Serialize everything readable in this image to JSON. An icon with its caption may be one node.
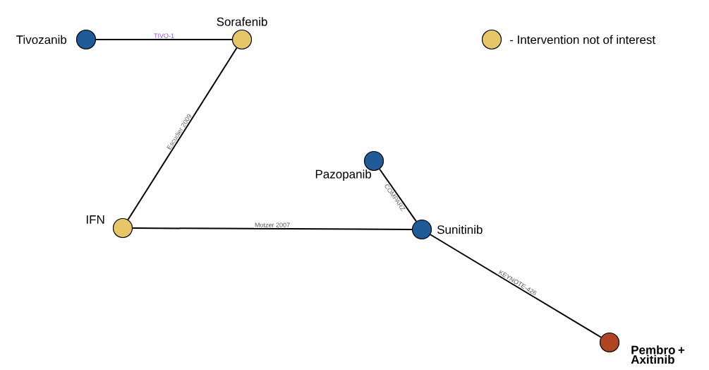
{
  "diagram": {
    "nodes": [
      {
        "text": [],
        "shape": "circle",
        "beside": [
          "Tivozanib"
        ]
      },
      {
        "text": [],
        "shape": "circle",
        "beside": [
          "Sorafenib"
        ]
      },
      {
        "text": [],
        "shape": "circle",
        "beside": [
          "IFN"
        ]
      },
      {
        "text": [],
        "shape": "circle",
        "beside": [
          "Pazopanib"
        ]
      },
      {
        "text": [],
        "shape": "circle",
        "beside": [
          "Sunitinib"
        ]
      },
      {
        "text": [],
        "shape": "circle",
        "beside": [
          "Pembro + Axitinib"
        ]
      }
    ],
    "edges": [
      {
        "from": 0,
        "to": 1,
        "arrow": "none",
        "label": "TIVO-1"
      },
      {
        "from": 1,
        "to": 2,
        "arrow": "none",
        "label": "Escudier 2009"
      },
      {
        "from": 2,
        "to": 4,
        "arrow": "none",
        "label": "Motzer 2007"
      },
      {
        "from": 3,
        "to": 4,
        "arrow": "none",
        "label": "COMPARZ"
      },
      {
        "from": 4,
        "to": 5,
        "arrow": "none",
        "label": "KEYNOTE-426"
      }
    ],
    "legend": [
      {
        "text": "- Intervention not of interest",
        "color": "#e6c667"
      }
    ]
  }
}
